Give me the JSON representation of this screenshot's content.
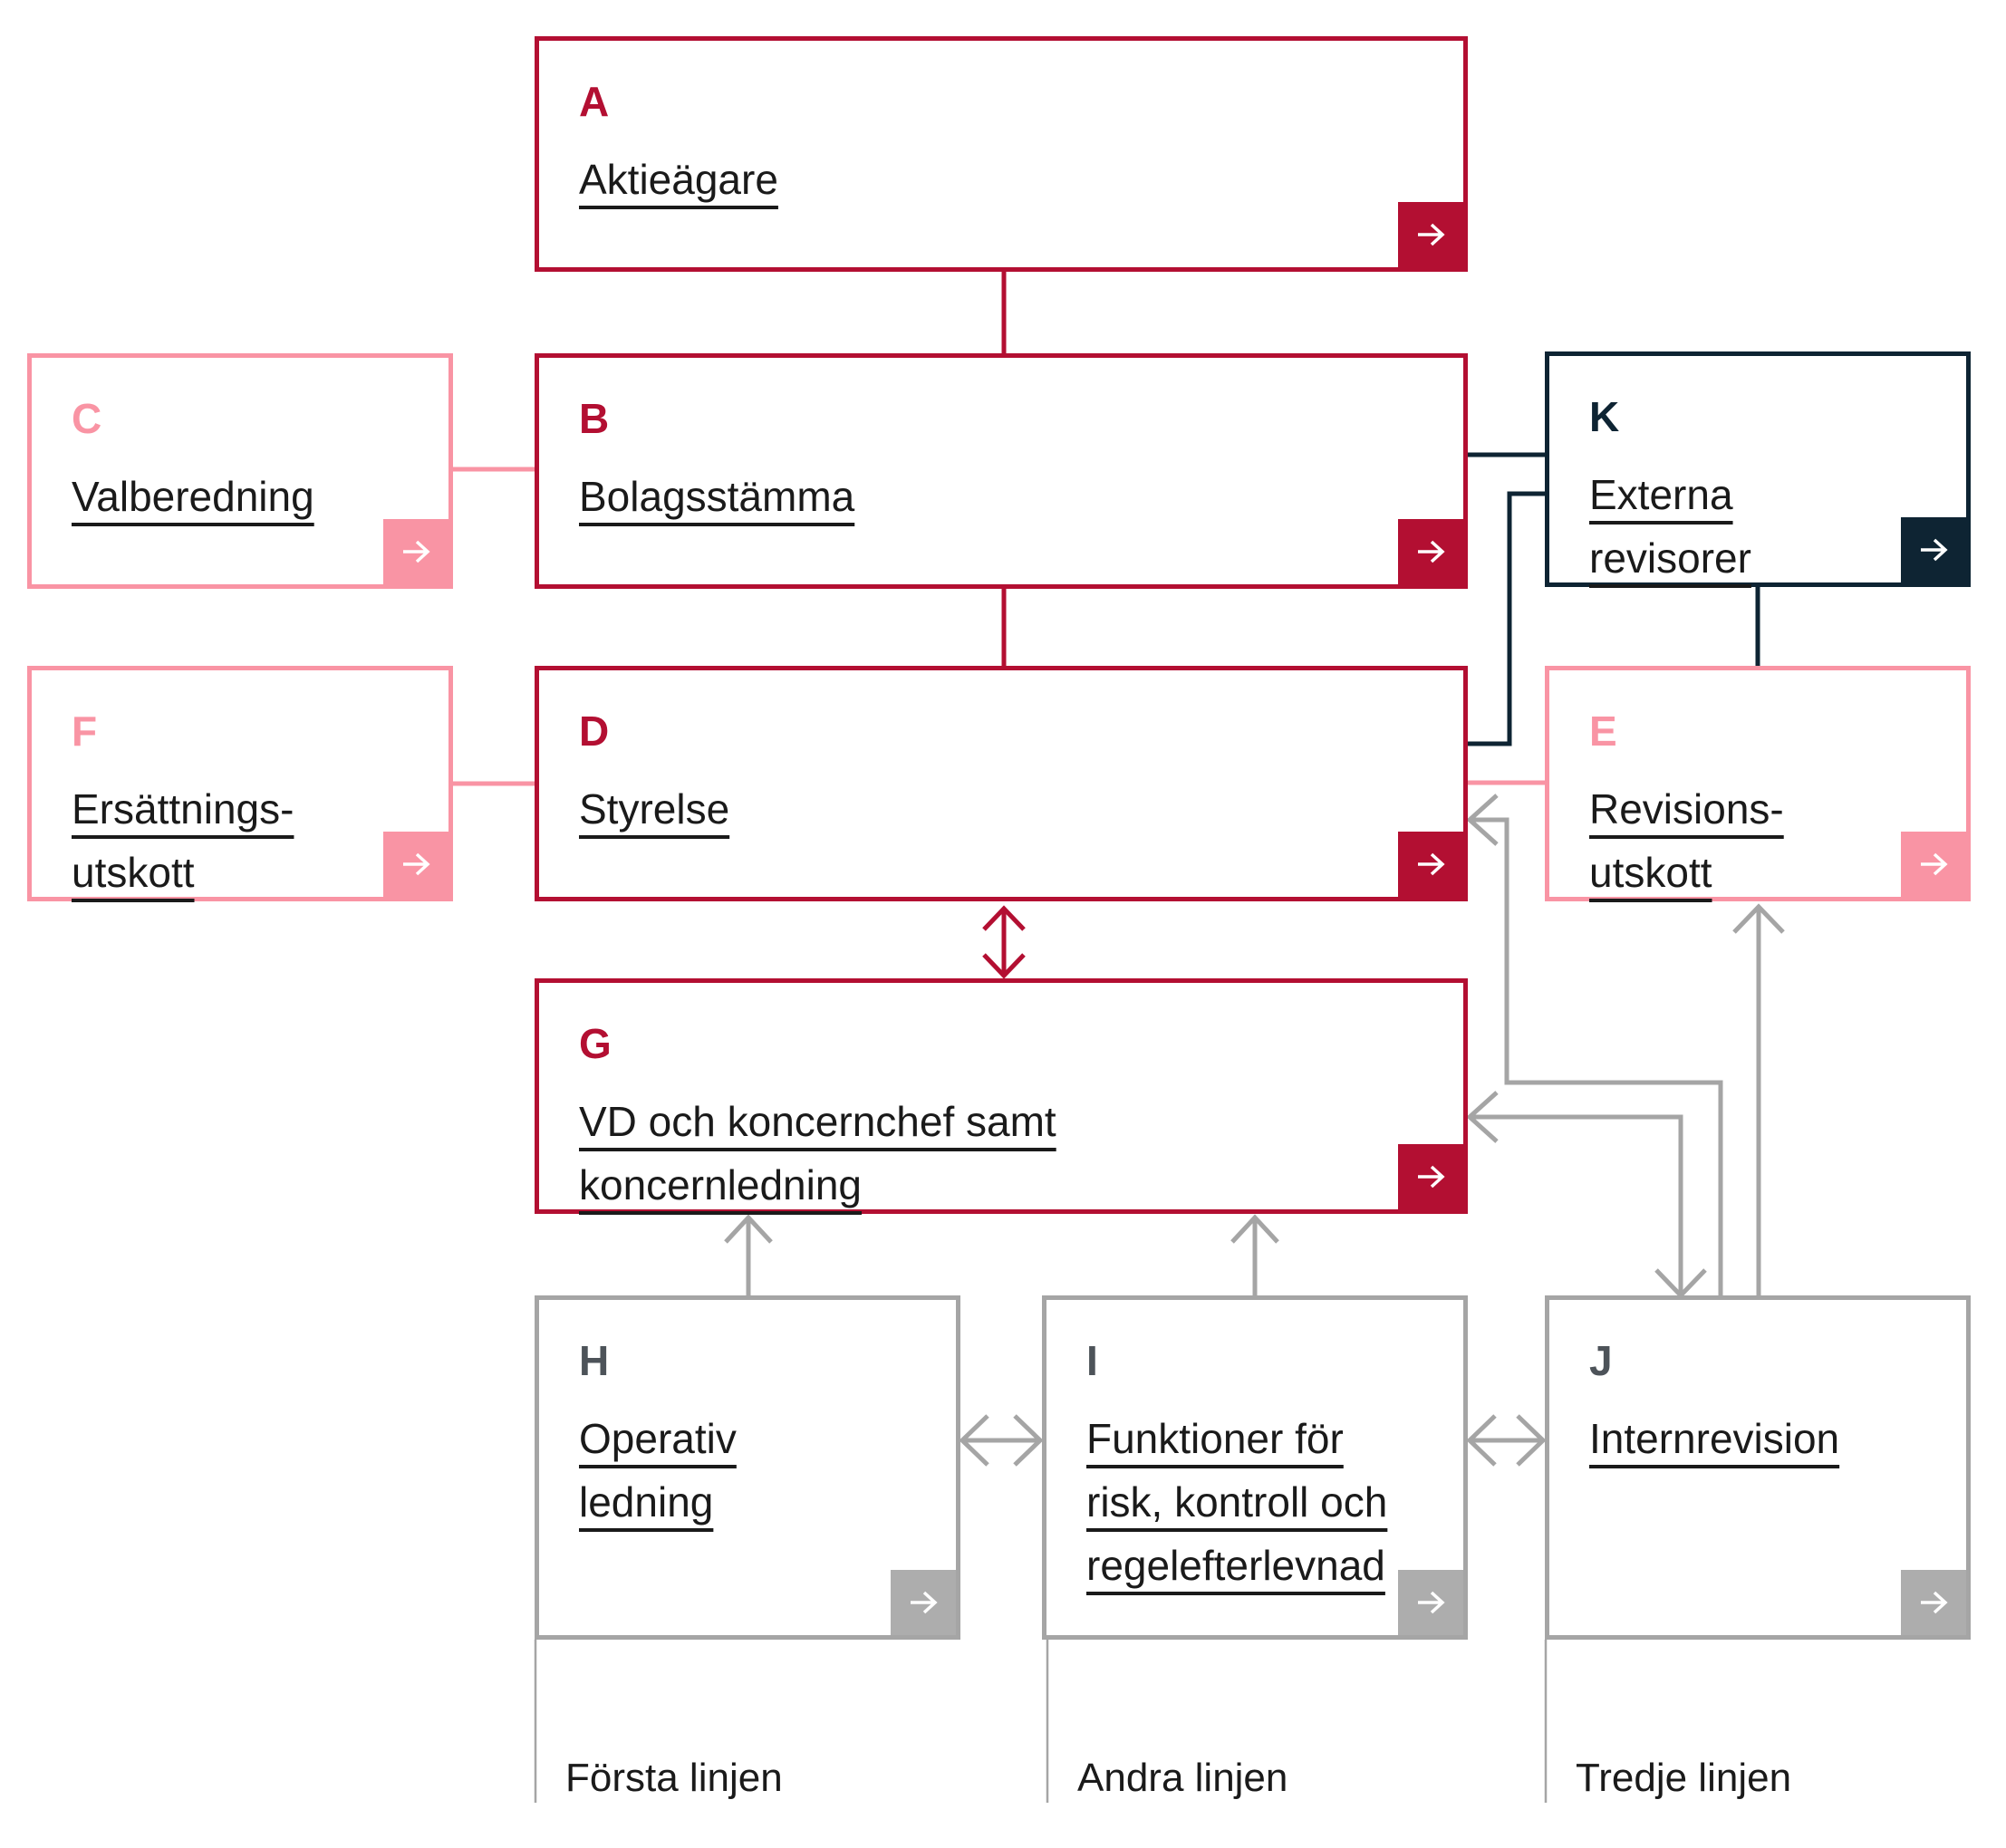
{
  "diagram": {
    "boxes": [
      {
        "id": "A",
        "letter": "A",
        "title": "Aktieägare",
        "theme": "red"
      },
      {
        "id": "C",
        "letter": "C",
        "title": "Valberedning",
        "theme": "pink"
      },
      {
        "id": "B",
        "letter": "B",
        "title": "Bolagsstämma",
        "theme": "red"
      },
      {
        "id": "K",
        "letter": "K",
        "title": "Externa\nrevisorer",
        "theme": "navy"
      },
      {
        "id": "F",
        "letter": "F",
        "title": "Ersättnings-\nutskott",
        "theme": "pink"
      },
      {
        "id": "D",
        "letter": "D",
        "title": "Styrelse",
        "theme": "red"
      },
      {
        "id": "E",
        "letter": "E",
        "title": "Revisions-\nutskott",
        "theme": "pink"
      },
      {
        "id": "G",
        "letter": "G",
        "title": "VD och koncernchef samt\nkoncernledning",
        "theme": "red"
      },
      {
        "id": "H",
        "letter": "H",
        "title": "Operativ\nledning",
        "theme": "gray"
      },
      {
        "id": "I",
        "letter": "I",
        "title": "Funktioner för\nrisk, kontroll och\nregelefterlevnad",
        "theme": "gray"
      },
      {
        "id": "J",
        "letter": "J",
        "title": "Internrevision",
        "theme": "gray"
      }
    ],
    "footnotes": [
      {
        "label": "Första linjen"
      },
      {
        "label": "Andra linjen"
      },
      {
        "label": "Tredje linjen"
      }
    ],
    "icons": {
      "box_action": "arrow-right-icon"
    },
    "colors": {
      "red": "#B30F32",
      "pink": "#F994A4",
      "navy": "#0E2433",
      "gray_line": "#A5A5A5",
      "gray_button": "#ADADAD",
      "gray_letter": "#4D5359",
      "text": "#1A1A1A",
      "background": "#FFFFFF"
    }
  }
}
